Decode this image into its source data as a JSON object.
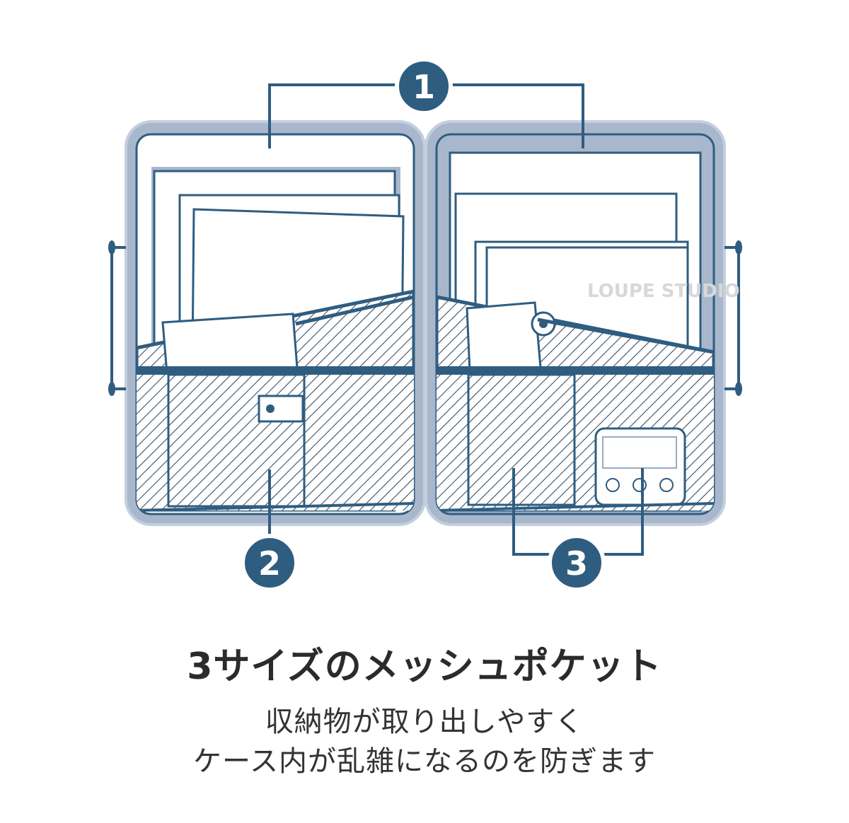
{
  "callouts": {
    "one": "1",
    "two": "2",
    "three": "3"
  },
  "watermark": "LOUPE STUDIO",
  "caption": {
    "title": "3サイズのメッシュポケット",
    "line1": "収納物が取り出しやすく",
    "line2": "ケース内が乱雑になるのを防ぎます"
  },
  "colors": {
    "shell": "#a9b7cc",
    "outline": "#2f5d80",
    "badge": "#2f5d80",
    "paper": "#ffffff"
  }
}
